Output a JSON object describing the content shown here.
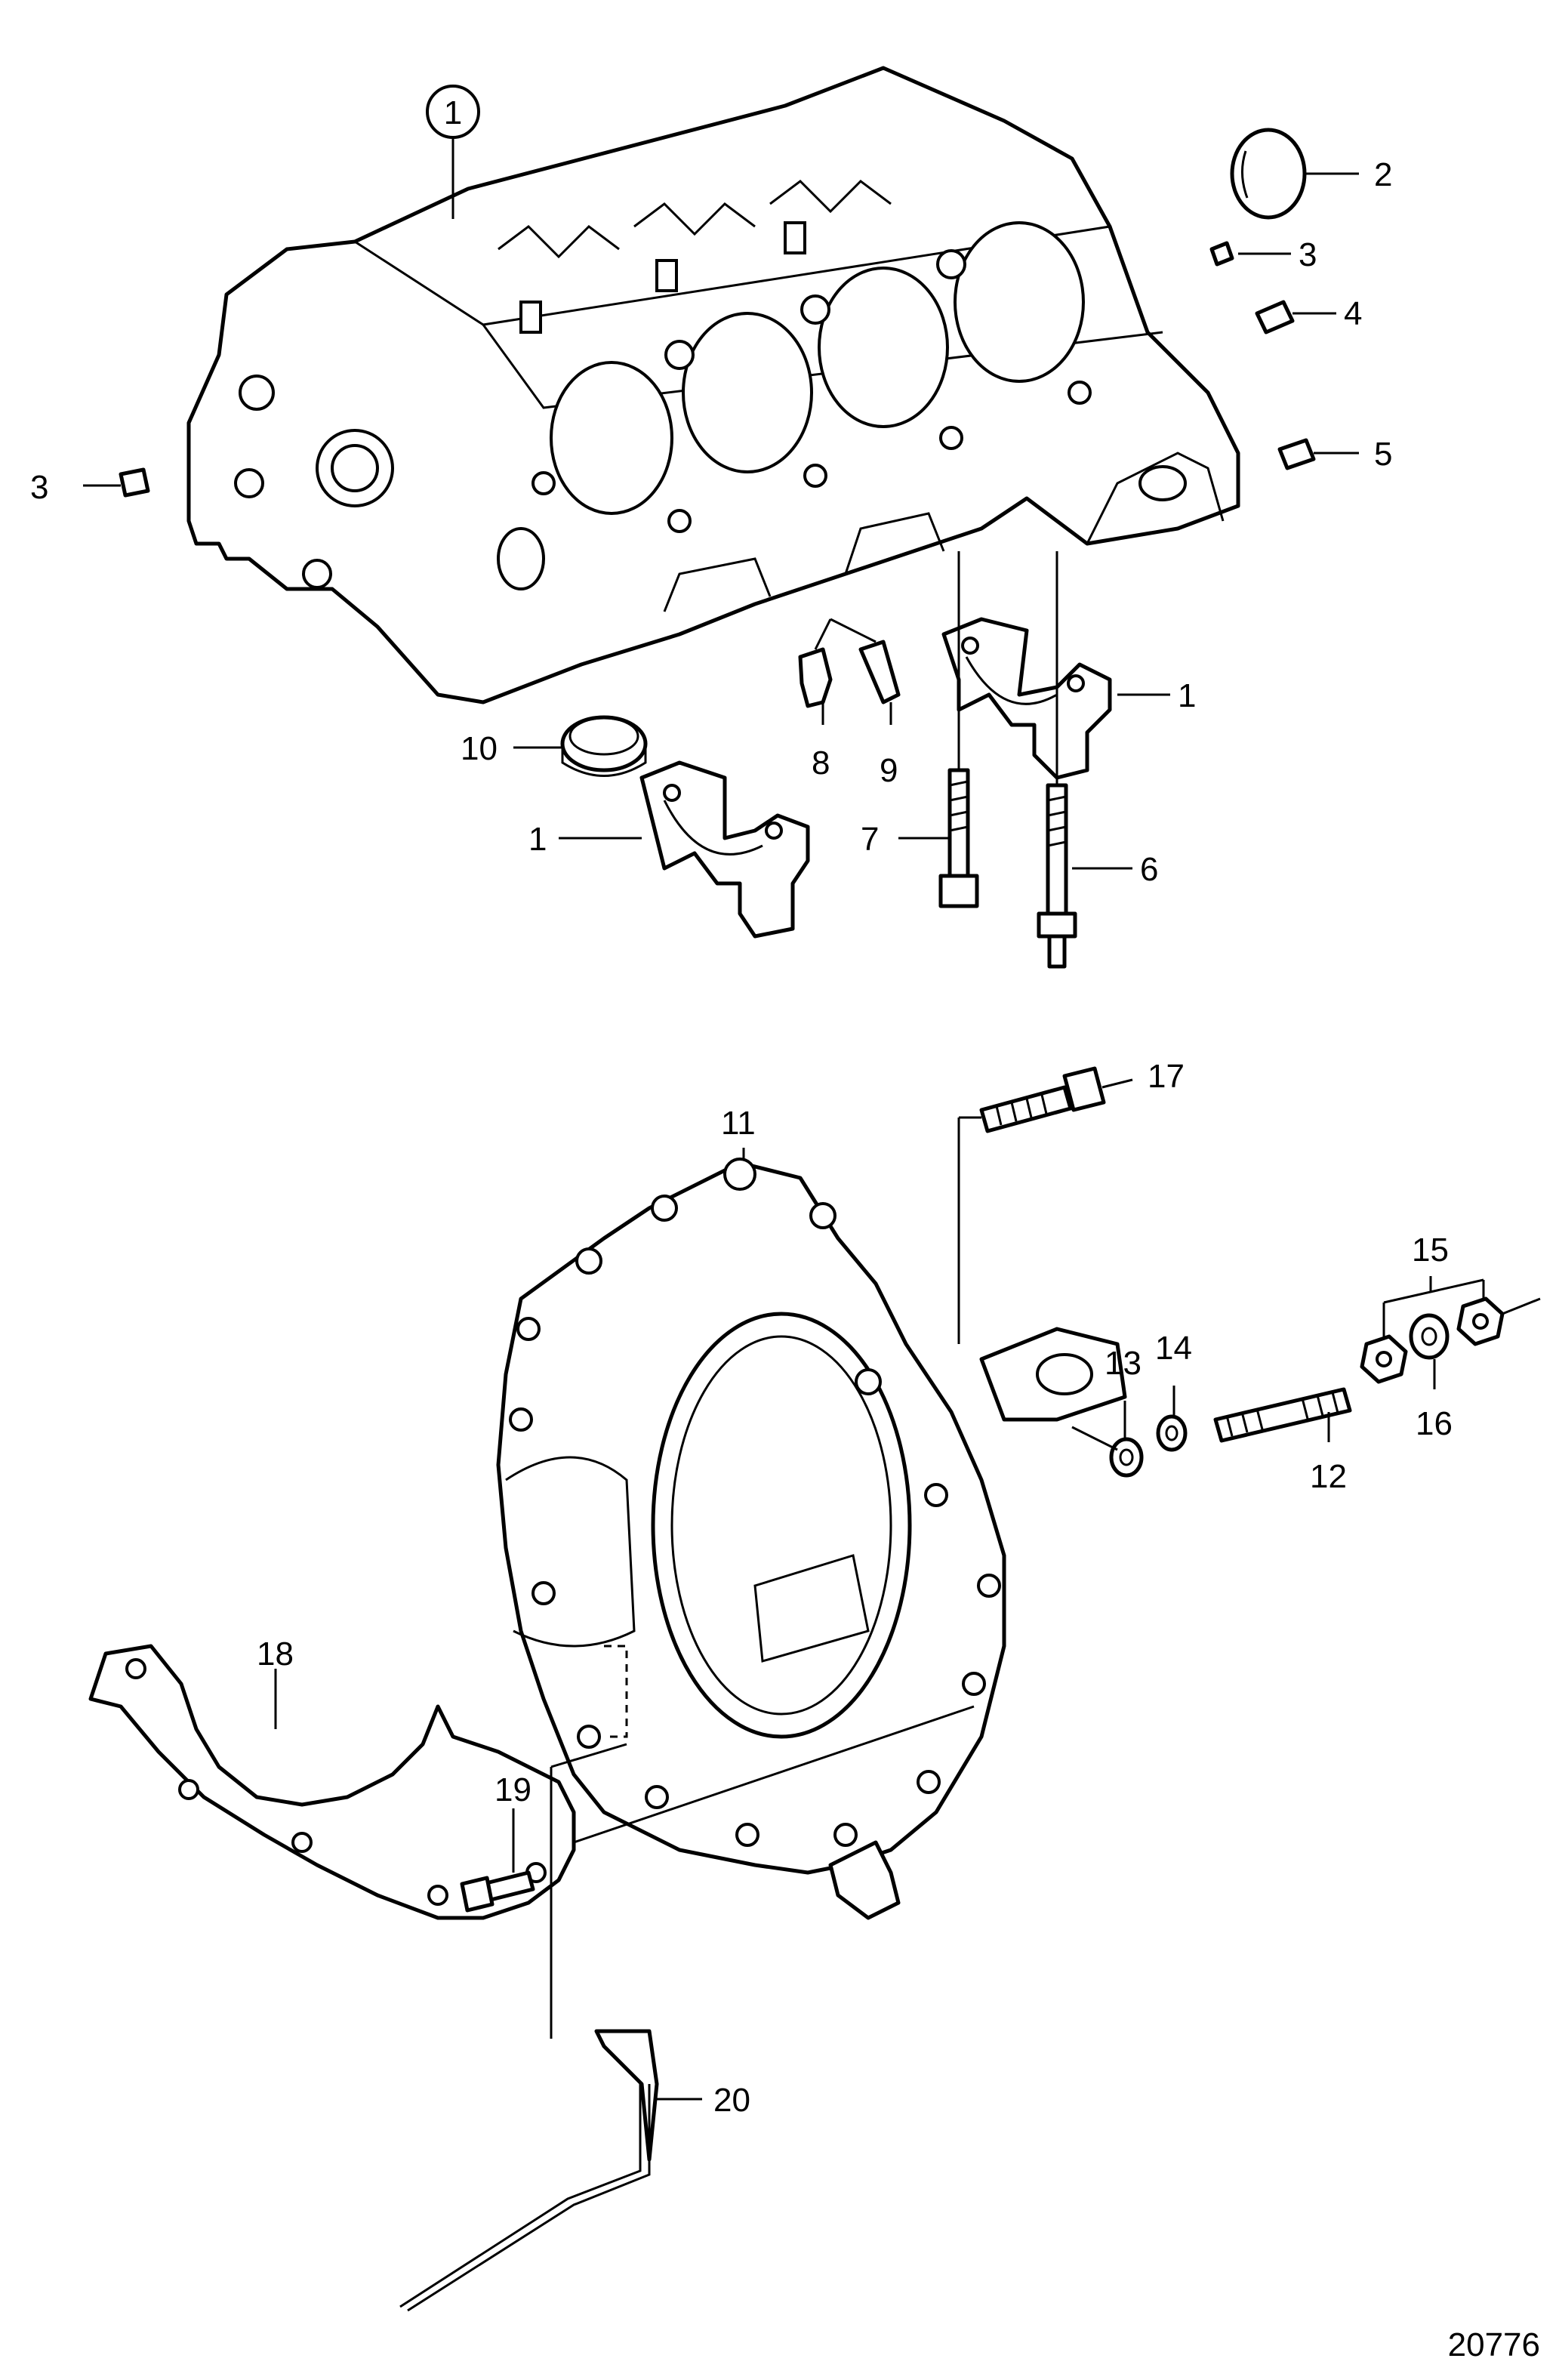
{
  "diagram": {
    "reference_number": "20776",
    "callouts": [
      {
        "id": "c1-circled",
        "text": "1"
      },
      {
        "id": "c2",
        "text": "2"
      },
      {
        "id": "c3-right",
        "text": "3"
      },
      {
        "id": "c3-left",
        "text": "3"
      },
      {
        "id": "c4",
        "text": "4"
      },
      {
        "id": "c5",
        "text": "5"
      },
      {
        "id": "c1-cap-right",
        "text": "1"
      },
      {
        "id": "c1-cap-left",
        "text": "1"
      },
      {
        "id": "c6",
        "text": "6"
      },
      {
        "id": "c7",
        "text": "7"
      },
      {
        "id": "c8",
        "text": "8"
      },
      {
        "id": "c9",
        "text": "9"
      },
      {
        "id": "c10",
        "text": "10"
      },
      {
        "id": "c11",
        "text": "11"
      },
      {
        "id": "c12",
        "text": "12"
      },
      {
        "id": "c13",
        "text": "13"
      },
      {
        "id": "c14",
        "text": "14"
      },
      {
        "id": "c15",
        "text": "15"
      },
      {
        "id": "c16",
        "text": "16"
      },
      {
        "id": "c17",
        "text": "17"
      },
      {
        "id": "c18",
        "text": "18"
      },
      {
        "id": "c19",
        "text": "19"
      },
      {
        "id": "c20",
        "text": "20"
      }
    ]
  }
}
